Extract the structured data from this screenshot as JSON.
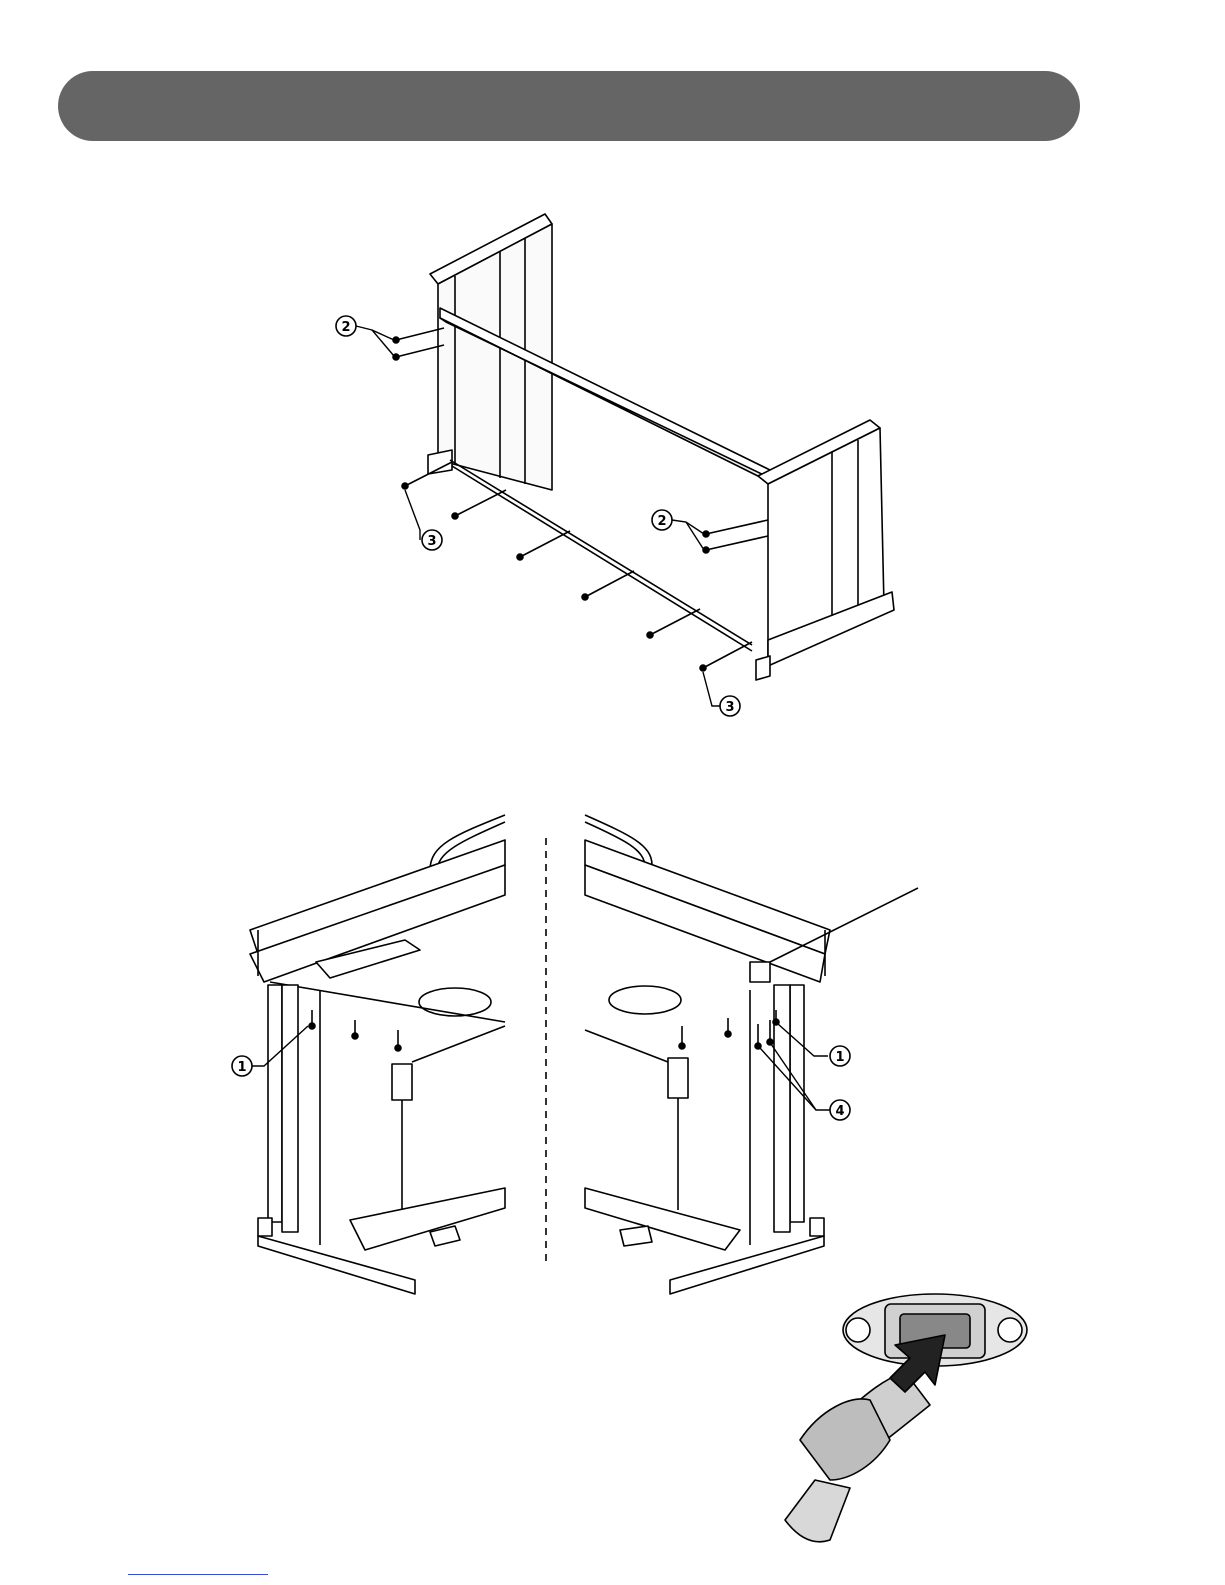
{
  "page": {
    "header_bar_color": "#666566",
    "link_color": "#3b4fd6"
  },
  "figure_stand": {
    "callouts": [
      {
        "id": "top-left",
        "label": "2"
      },
      {
        "id": "mid-right",
        "label": "2"
      },
      {
        "id": "left",
        "label": "3"
      },
      {
        "id": "bottom-right",
        "label": "3"
      }
    ]
  },
  "figure_underside": {
    "callouts": [
      {
        "id": "left",
        "label": "1"
      },
      {
        "id": "right",
        "label": "1"
      },
      {
        "id": "bracket",
        "label": "4"
      }
    ]
  }
}
